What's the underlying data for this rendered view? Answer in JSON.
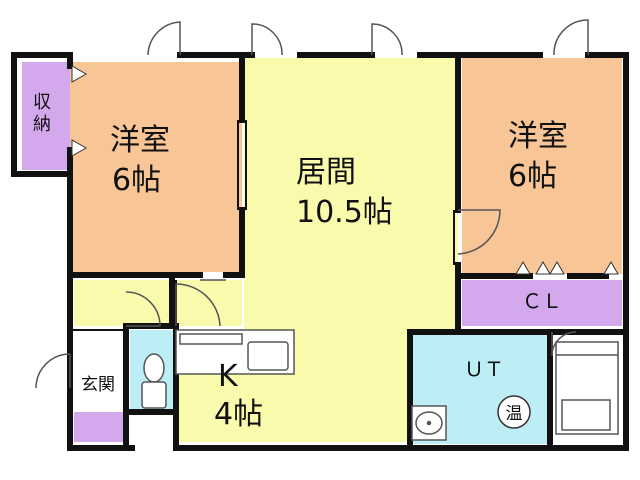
{
  "rooms": {
    "storage": {
      "line1": "収",
      "line2": "納"
    },
    "western_left": {
      "line1": "洋室",
      "line2": "6帖"
    },
    "living": {
      "line1": "居間",
      "line2": "10.5帖"
    },
    "western_right": {
      "line1": "洋室",
      "line2": "6帖"
    },
    "closet": {
      "label": "ＣＬ"
    },
    "kitchen": {
      "line1": "K",
      "line2": "4帖"
    },
    "utility": {
      "label": "ＵＴ"
    },
    "entrance": {
      "label": "玄関"
    },
    "water_heater": {
      "label": "温"
    }
  },
  "colors": {
    "wall": "#111111",
    "western_room": "#f7c596",
    "living_kitchen": "#fafaac",
    "storage": "#d4a8ec",
    "utility_toilet": "#bdeef6",
    "fixture_outline": "#555555"
  }
}
